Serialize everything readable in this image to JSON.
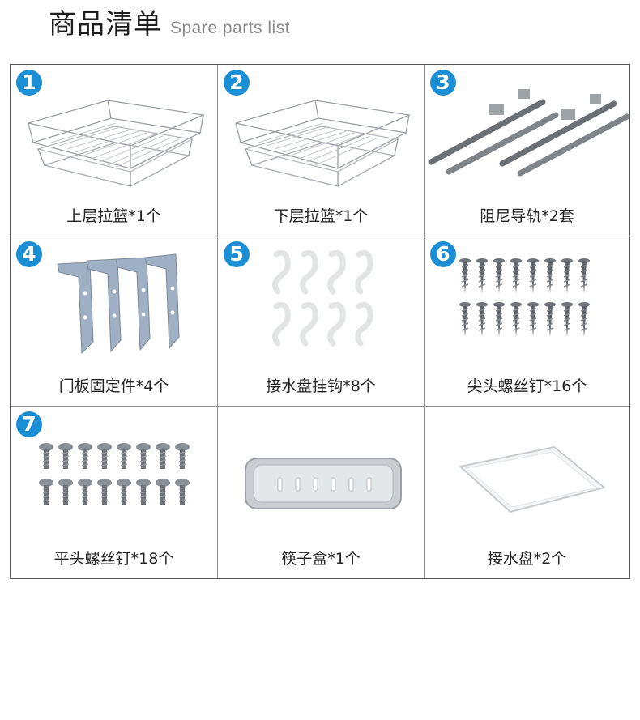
{
  "header": {
    "title_cn": "商品清单",
    "title_en": "Spare parts list"
  },
  "items": [
    {
      "number": "1",
      "label": "上层拉篮*1个",
      "icon": "upper-basket-icon"
    },
    {
      "number": "2",
      "label": "下层拉篮*1个",
      "icon": "lower-basket-icon"
    },
    {
      "number": "3",
      "label": "阻尼导轨*2套",
      "icon": "damping-rail-icon"
    },
    {
      "number": "4",
      "label": "门板固定件*4个",
      "icon": "door-bracket-icon"
    },
    {
      "number": "5",
      "label": "接水盘挂钩*8个",
      "icon": "hook-icon"
    },
    {
      "number": "6",
      "label": "尖头螺丝钉*16个",
      "icon": "pointed-screw-icon"
    },
    {
      "number": "7",
      "label": "平头螺丝钉*18个",
      "icon": "flat-screw-icon"
    },
    {
      "number": "",
      "label": "筷子盒*1个",
      "icon": "chopstick-box-icon"
    },
    {
      "number": "",
      "label": "接水盘*2个",
      "icon": "drip-tray-icon"
    }
  ],
  "colors": {
    "badge": "#1b8fd6",
    "border": "#555555"
  }
}
